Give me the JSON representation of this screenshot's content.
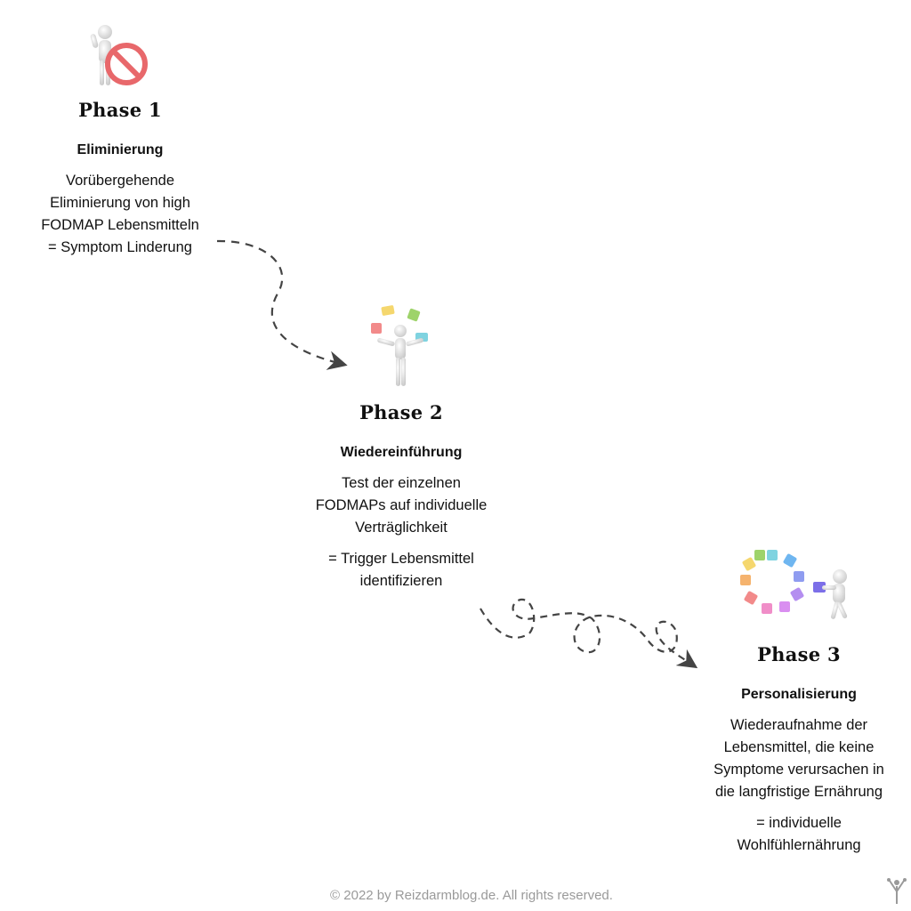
{
  "phases": [
    {
      "title": "Phase 1",
      "subtitle": "Eliminierung",
      "lines": [
        "Vorübergehende",
        "Eliminierung von high",
        "FODMAP Lebensmitteln",
        "= Symptom Linderung"
      ],
      "extra": [],
      "icon": "stop-sign-figure-icon"
    },
    {
      "title": "Phase 2",
      "subtitle": "Wiedereinführung",
      "lines": [
        "Test der einzelnen",
        "FODMAPs auf individuelle",
        "Verträglichkeit"
      ],
      "extra": [
        "= Trigger Lebensmittel",
        "identifizieren"
      ],
      "icon": "juggling-puzzle-figure-icon"
    },
    {
      "title": "Phase 3",
      "subtitle": "Personalisierung",
      "lines": [
        "Wiederaufnahme der",
        "Lebensmittel, die keine",
        "Symptome verursachen in",
        "die langfristige Ernährung"
      ],
      "extra": [
        "= individuelle",
        "Wohlfühlernährung"
      ],
      "icon": "puzzle-ring-figure-icon"
    }
  ],
  "footer": "© 2022 by Reizdarmblog.de. All rights reserved.",
  "colors": {
    "stop_sign": "#e8686b",
    "arrow": "#444444",
    "footer": "#9a9a9a"
  }
}
